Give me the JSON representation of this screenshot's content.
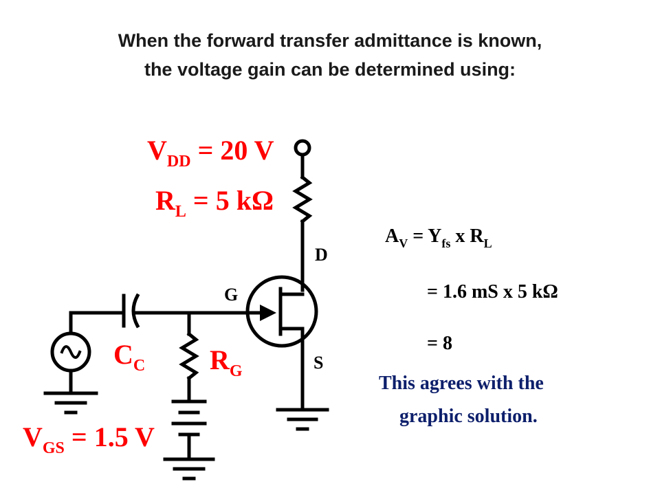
{
  "heading": {
    "line1": "When the forward transfer admittance is known,",
    "line2": "the voltage gain can be determined using:"
  },
  "labels": {
    "vdd": {
      "main": "V",
      "sub": "DD",
      "rest": " = 20 V"
    },
    "rl": {
      "main": "R",
      "sub": "L",
      "rest": " = 5 kΩ"
    },
    "cc": {
      "main": "C",
      "sub": "C"
    },
    "rg": {
      "main": "R",
      "sub": "G"
    },
    "vgs": {
      "main": "V",
      "sub": "GS",
      "rest": " = 1.5 V"
    },
    "pin_d": "D",
    "pin_g": "G",
    "pin_s": "S"
  },
  "equations": {
    "line1": {
      "a": "A",
      "a_sub": "V",
      "mid": " = Y",
      "y_sub": "fs",
      "end": " x R",
      "r_sub": "L"
    },
    "line2": "= 1.6 mS x 5 kΩ",
    "line3": "= 8"
  },
  "note": {
    "line1": "This agrees with the",
    "line2": "graphic solution."
  },
  "colors": {
    "label_red": "#ff0000",
    "note_blue": "#0d1f6b",
    "wire": "#000000"
  }
}
